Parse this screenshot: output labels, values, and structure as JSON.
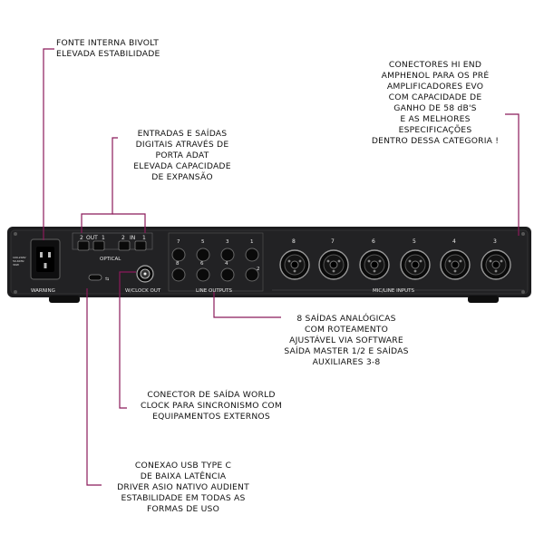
{
  "callouts": {
    "power": "FONTE INTERNA BIVOLT\nELEVADA ESTABILIDADE",
    "amphenol": "CONECTORES HI END\nAMPHENOL PARA OS PRÉ\nAMPLIFICADORES EVO\nCOM CAPACIDADE DE\nGANHO DE 58 dB'S\nE AS MELHORES\nESPECIFICAÇÕES\nDENTRO DESSA CATEGORIA !",
    "adat": "ENTRADAS E SAÍDAS\nDIGITAIS ATRAVÉS DE\nPORTA ADAT\nELEVADA CAPACIDADE\nDE EXPANSÃO",
    "line_outputs": "8 SAÍDAS ANALÓGICAS\nCOM ROTEAMENTO\nAJUSTÁVEL VIA SOFTWARE\nSAÍDA MASTER 1/2 E SAÍDAS\nAUXILIARES 3-8",
    "wordclock": "CONECTOR DE SAÍDA WORLD\nCLOCK PARA SINCRONISMO COM\nEQUIPAMENTOS EXTERNOS",
    "usb": "CONEXAO USB TYPE C\nDE BAIXA LATÊNCIA\nDRIVER ASIO NATIVO AUDIENT\nESTABILIDADE EM TODAS AS\nFORMAS DE USO"
  },
  "panel": {
    "optical_label": "OPTICAL",
    "out_label": "OUT",
    "in_label": "IN",
    "optical_out_nums": [
      "2",
      "1"
    ],
    "optical_in_nums": [
      "2",
      "1"
    ],
    "wclock_label": "W/CLOCK OUT",
    "line_outputs_label": "LINE OUTPUTS",
    "mic_line_label": "MIC/LINE INPUTS",
    "warning_label": "WARNING",
    "jack_top_nums": [
      "7",
      "5",
      "3",
      "1"
    ],
    "jack_bottom_nums": [
      "8",
      "6",
      "4",
      "2"
    ],
    "mic_nums": [
      "8",
      "7",
      "6",
      "5",
      "4",
      "3"
    ]
  },
  "colors": {
    "accent_line": "#8b1a5a",
    "chassis": "#1c1c1e",
    "panel_text": "#e8e8e8"
  }
}
